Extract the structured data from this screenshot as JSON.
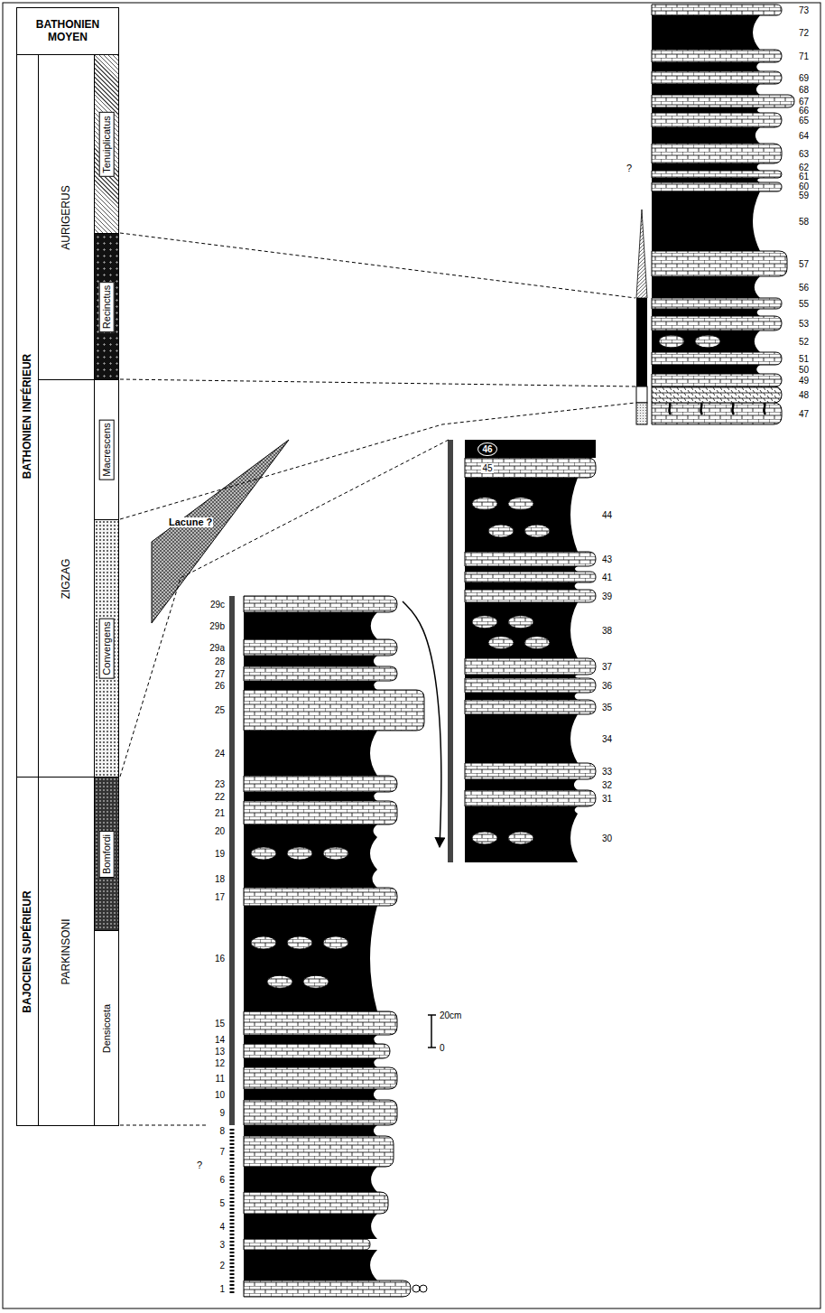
{
  "diagram": {
    "nodes": [
      {
        "text": [
          "BATHONIEN MOYEN"
        ]
      },
      {
        "text": [
          "BATHONIEN INFÉRIEUR"
        ]
      },
      {
        "text": [
          "BAJOCIEN SUPÉRIEUR"
        ]
      },
      {
        "text": [
          "AURIGERUS"
        ]
      },
      {
        "text": [
          "ZIGZAG"
        ]
      },
      {
        "text": [
          "PARKINSONI"
        ]
      },
      {
        "text": [
          "Tenuiplicatus"
        ]
      },
      {
        "text": [
          "Recinctus"
        ]
      },
      {
        "text": [
          "Macrescens"
        ]
      },
      {
        "text": [
          "Convergens"
        ]
      },
      {
        "text": [
          "Bomfordi"
        ]
      },
      {
        "text": [
          "Densicosta"
        ]
      }
    ],
    "labels": [
      "1",
      "2",
      "3",
      "4",
      "5",
      "6",
      "7",
      "8",
      "9",
      "10",
      "11",
      "12",
      "13",
      "14",
      "15",
      "16",
      "17",
      "18",
      "19",
      "20",
      "21",
      "22",
      "23",
      "24",
      "25",
      "26",
      "27",
      "28",
      "29a",
      "29b",
      "29c",
      "30",
      "31",
      "32",
      "33",
      "34",
      "35",
      "36",
      "37",
      "38",
      "39",
      "41",
      "43",
      "44",
      "45",
      "46",
      "47",
      "48",
      "49",
      "50",
      "51",
      "52",
      "53",
      "55",
      "56",
      "57",
      "58",
      "59",
      "60",
      "61",
      "62",
      "63",
      "64",
      "65",
      "66",
      "67",
      "68",
      "69",
      "71",
      "72",
      "73",
      "?",
      "Lacune ?",
      "?",
      "20cm",
      "0"
    ]
  }
}
